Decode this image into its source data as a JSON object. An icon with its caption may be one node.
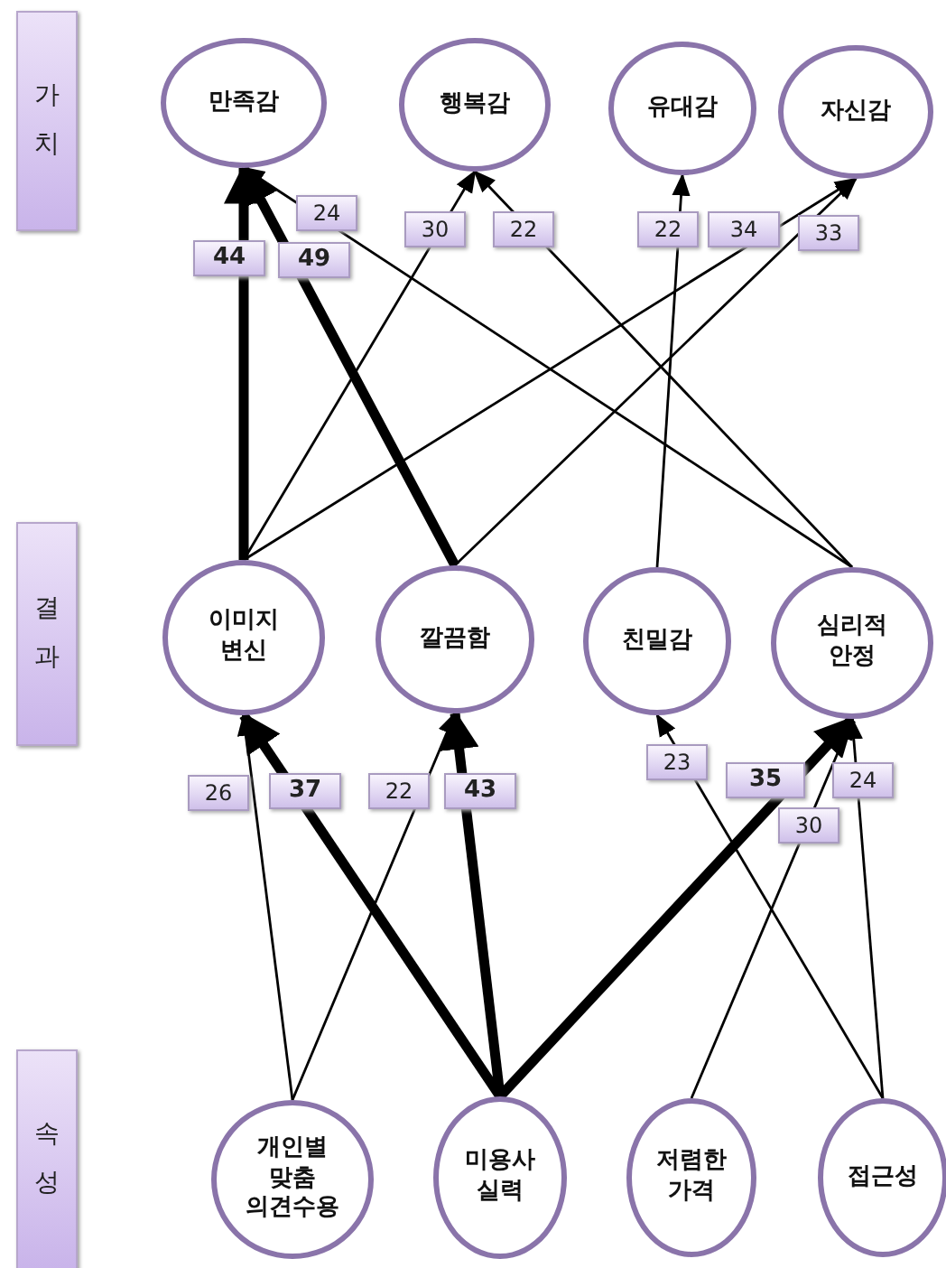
{
  "diagram": {
    "nodes": [
      {
        "text": [
          "가치"
        ]
      },
      {
        "text": [
          "결과"
        ]
      },
      {
        "text": [
          "속성"
        ]
      },
      {
        "text": [
          "만족감"
        ]
      },
      {
        "text": [
          "행복감"
        ]
      },
      {
        "text": [
          "유대감"
        ]
      },
      {
        "text": [
          "자신감"
        ]
      },
      {
        "text": [
          "이미지 변신"
        ]
      },
      {
        "text": [
          "깔끔함"
        ]
      },
      {
        "text": [
          "친밀감"
        ]
      },
      {
        "text": [
          "심리적 안정"
        ]
      },
      {
        "text": [
          "개인별 맞춤 의견수용"
        ]
      },
      {
        "text": [
          "미용사 실력"
        ]
      },
      {
        "text": [
          "저렴한 가격"
        ]
      },
      {
        "text": [
          "접근성"
        ]
      }
    ],
    "edges": [
      {
        "from": 7,
        "to": 3,
        "arrow": "to",
        "label": "44",
        "style": "thick"
      },
      {
        "from": 8,
        "to": 3,
        "arrow": "to",
        "label": "49",
        "style": "thick"
      },
      {
        "from": 10,
        "to": 3,
        "arrow": "to",
        "label": "24"
      },
      {
        "from": 7,
        "to": 4,
        "arrow": "to",
        "label": "30"
      },
      {
        "from": 10,
        "to": 4,
        "arrow": "to",
        "label": "22"
      },
      {
        "from": 9,
        "to": 5,
        "arrow": "to",
        "label": "22"
      },
      {
        "from": 7,
        "to": 6,
        "arrow": "to",
        "label": "34"
      },
      {
        "from": 8,
        "to": 6,
        "arrow": "to",
        "label": "33"
      },
      {
        "from": 11,
        "to": 7,
        "arrow": "to",
        "label": "26"
      },
      {
        "from": 12,
        "to": 7,
        "arrow": "to",
        "label": "37",
        "style": "thick"
      },
      {
        "from": 11,
        "to": 8,
        "arrow": "to",
        "label": "22"
      },
      {
        "from": 12,
        "to": 8,
        "arrow": "to",
        "label": "43",
        "style": "thick"
      },
      {
        "from": 14,
        "to": 9,
        "arrow": "to",
        "label": "23"
      },
      {
        "from": 12,
        "to": 10,
        "arrow": "to",
        "label": "35",
        "style": "thick"
      },
      {
        "from": 13,
        "to": 10,
        "arrow": "to",
        "label": "30"
      },
      {
        "from": 14,
        "to": 10,
        "arrow": "to",
        "label": "24"
      }
    ]
  }
}
